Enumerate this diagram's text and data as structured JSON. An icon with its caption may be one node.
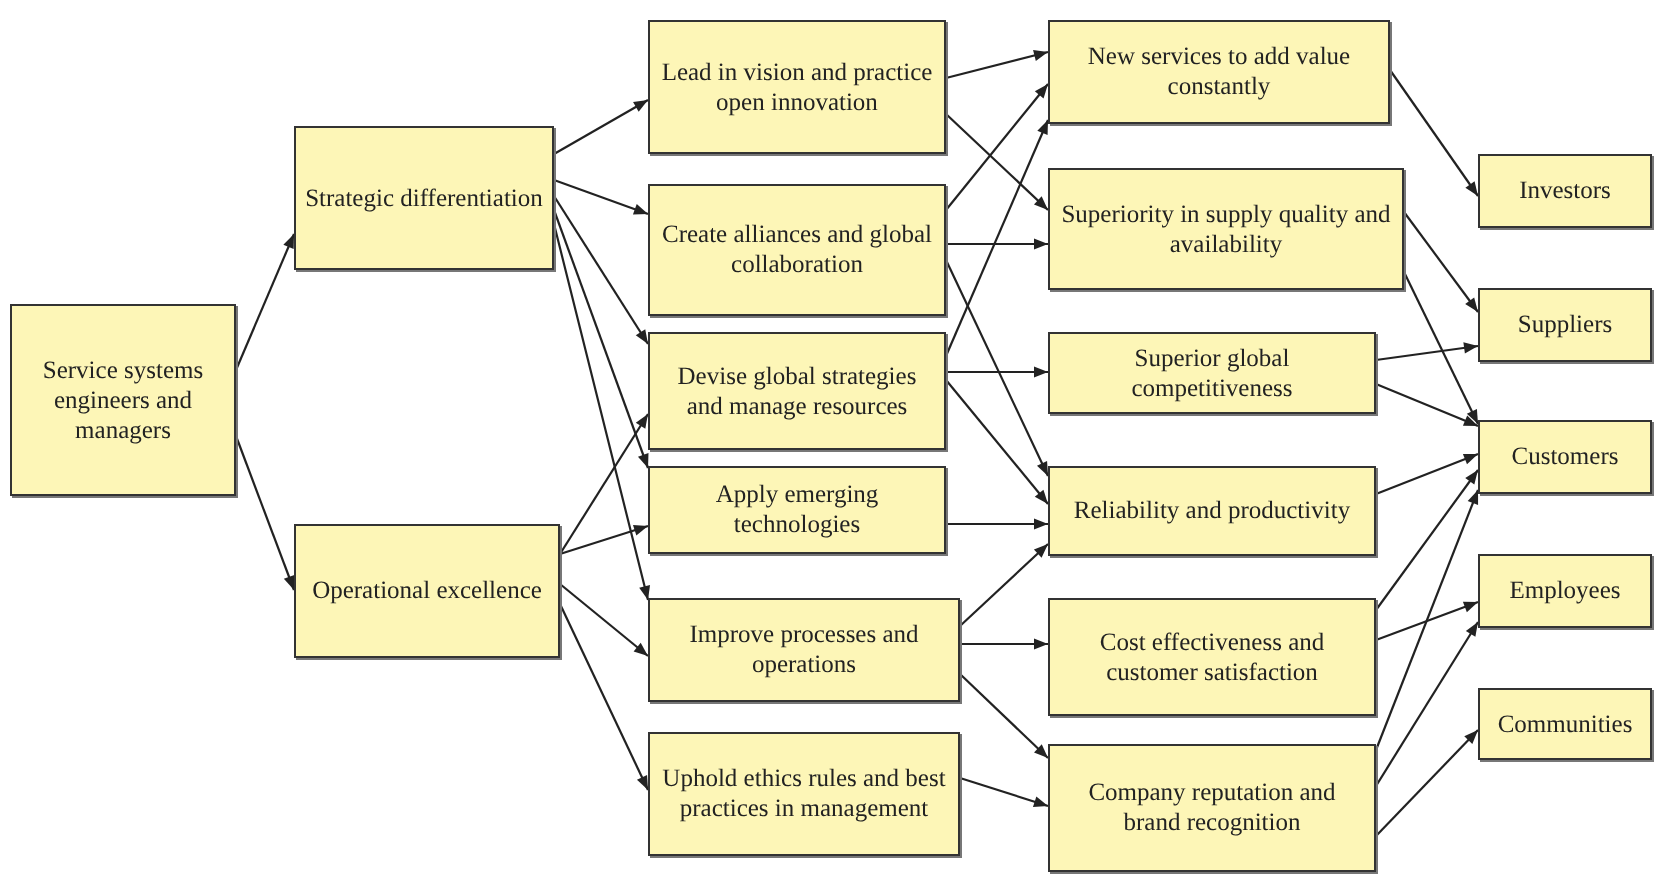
{
  "diagram": {
    "nodes": [
      {
        "text": [
          "Service systems engineers and managers"
        ]
      },
      {
        "text": [
          "Strategic differentiation"
        ]
      },
      {
        "text": [
          "Operational excellence"
        ]
      },
      {
        "text": [
          "Lead in vision and practice open innovation"
        ]
      },
      {
        "text": [
          "Create alliances and global collaboration"
        ]
      },
      {
        "text": [
          "Devise global strategies and manage resources"
        ]
      },
      {
        "text": [
          "Apply emerging technologies"
        ]
      },
      {
        "text": [
          "Improve processes and operations"
        ]
      },
      {
        "text": [
          "Uphold ethics rules and best practices in management"
        ]
      },
      {
        "text": [
          "New services to add value constantly"
        ]
      },
      {
        "text": [
          "Superiority in supply quality and availability"
        ]
      },
      {
        "text": [
          "Superior global competitiveness"
        ]
      },
      {
        "text": [
          "Reliability and productivity"
        ]
      },
      {
        "text": [
          "Cost effectiveness and customer satisfaction"
        ]
      },
      {
        "text": [
          "Company reputation and brand recognition"
        ]
      },
      {
        "text": [
          "Investors"
        ]
      },
      {
        "text": [
          "Suppliers"
        ]
      },
      {
        "text": [
          "Customers"
        ]
      },
      {
        "text": [
          "Employees"
        ]
      },
      {
        "text": [
          "Communities"
        ]
      }
    ],
    "edges": [
      {
        "from": 0,
        "to": 1,
        "arrow": "to"
      },
      {
        "from": 0,
        "to": 2,
        "arrow": "to"
      },
      {
        "from": 1,
        "to": 3,
        "arrow": "to"
      },
      {
        "from": 1,
        "to": 4,
        "arrow": "to"
      },
      {
        "from": 1,
        "to": 5,
        "arrow": "to"
      },
      {
        "from": 1,
        "to": 6,
        "arrow": "to"
      },
      {
        "from": 1,
        "to": 7,
        "arrow": "to"
      },
      {
        "from": 2,
        "to": 5,
        "arrow": "to"
      },
      {
        "from": 2,
        "to": 6,
        "arrow": "to"
      },
      {
        "from": 2,
        "to": 7,
        "arrow": "to"
      },
      {
        "from": 2,
        "to": 8,
        "arrow": "to"
      },
      {
        "from": 3,
        "to": 9,
        "arrow": "to"
      },
      {
        "from": 3,
        "to": 10,
        "arrow": "to"
      },
      {
        "from": 4,
        "to": 9,
        "arrow": "to"
      },
      {
        "from": 4,
        "to": 10,
        "arrow": "to"
      },
      {
        "from": 4,
        "to": 12,
        "arrow": "to"
      },
      {
        "from": 5,
        "to": 9,
        "arrow": "to"
      },
      {
        "from": 5,
        "to": 11,
        "arrow": "to"
      },
      {
        "from": 5,
        "to": 12,
        "arrow": "to"
      },
      {
        "from": 6,
        "to": 12,
        "arrow": "to"
      },
      {
        "from": 7,
        "to": 12,
        "arrow": "to"
      },
      {
        "from": 7,
        "to": 13,
        "arrow": "to"
      },
      {
        "from": 7,
        "to": 14,
        "arrow": "to"
      },
      {
        "from": 8,
        "to": 14,
        "arrow": "to"
      },
      {
        "from": 9,
        "to": 15,
        "arrow": "to"
      },
      {
        "from": 10,
        "to": 16,
        "arrow": "to"
      },
      {
        "from": 10,
        "to": 17,
        "arrow": "to"
      },
      {
        "from": 11,
        "to": 16,
        "arrow": "to"
      },
      {
        "from": 11,
        "to": 17,
        "arrow": "to"
      },
      {
        "from": 12,
        "to": 17,
        "arrow": "to"
      },
      {
        "from": 13,
        "to": 17,
        "arrow": "to"
      },
      {
        "from": 13,
        "to": 18,
        "arrow": "to"
      },
      {
        "from": 14,
        "to": 17,
        "arrow": "to"
      },
      {
        "from": 14,
        "to": 18,
        "arrow": "to"
      },
      {
        "from": 14,
        "to": 19,
        "arrow": "to"
      }
    ]
  }
}
